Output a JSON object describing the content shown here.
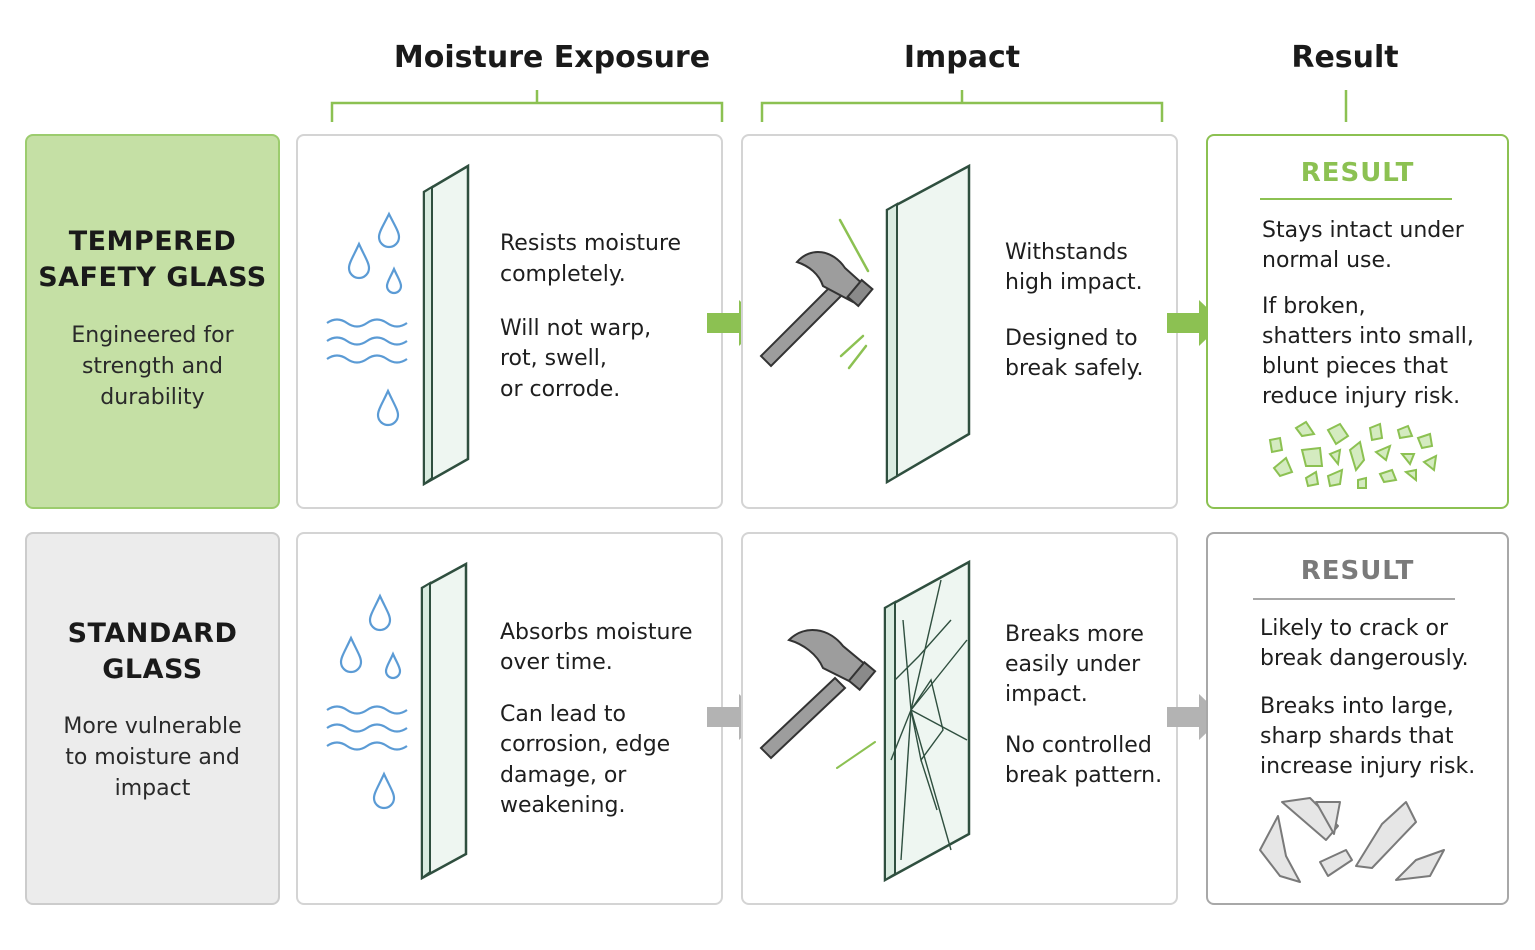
{
  "columns": {
    "moisture": "Moisture Exposure",
    "impact": "Impact",
    "result": "Result"
  },
  "rows": [
    {
      "id": "tempered",
      "title_line1": "TEMPERED",
      "title_line2": "SAFETY GLASS",
      "subtitle_line1": "Engineered for",
      "subtitle_line2": "strength and",
      "subtitle_line3": "durability",
      "moisture_text": [
        "Resists moisture",
        "completely.",
        "Will not warp,",
        "rot, swell,",
        "or corrode."
      ],
      "impact_text": [
        "Withstands",
        "high impact.",
        "Designed to",
        "break safely."
      ],
      "result_title": "RESULT",
      "result_text": [
        "Stays intact under",
        "normal use.",
        "If broken,",
        "shatters into small,",
        "blunt pieces that",
        "reduce injury risk."
      ]
    },
    {
      "id": "standard",
      "title_line1": "STANDARD",
      "title_line2": "GLASS",
      "subtitle_line1": "More vulnerable",
      "subtitle_line2": "to moisture and",
      "subtitle_line3": "impact",
      "moisture_text": [
        "Absorbs moisture",
        "over time.",
        "Can lead to",
        "corrosion, edge",
        "damage, or",
        "weakening."
      ],
      "impact_text": [
        "Breaks more",
        "easily under",
        "impact.",
        "No controlled",
        "break pattern."
      ],
      "result_title": "RESULT",
      "result_text": [
        "Likely to crack or",
        "break dangerously.",
        "Breaks into large,",
        "sharp shards that",
        "increase injury risk."
      ]
    }
  ],
  "colors": {
    "accent_green": "#8cc152",
    "label_green_bg": "#c5e0a5",
    "label_gray_bg": "#ececec",
    "arrow_gray": "#b3b3b3",
    "water_blue": "#5b9bd5",
    "glass_edge": "#2f4f3f"
  },
  "icons": {
    "water": "water-drops-icon",
    "glass": "glass-pane-icon",
    "hammer": "hammer-icon",
    "arrow": "right-arrow-icon",
    "fragments": "glass-fragments-icon"
  }
}
